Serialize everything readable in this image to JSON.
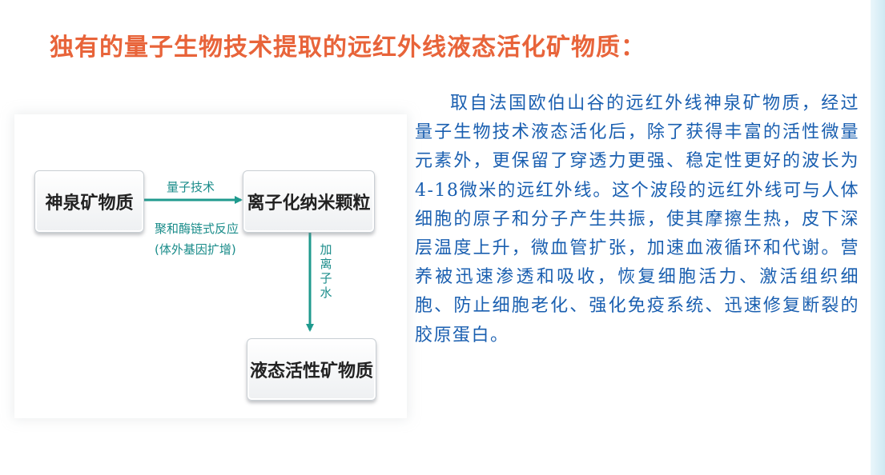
{
  "title": "独有的量子生物技术提取的远红外线液态活化矿物质：",
  "diagram": {
    "nodes": {
      "source": "神泉矿物质",
      "nano": "离子化纳米颗粒",
      "liquid": "液态活性矿物质"
    },
    "edges": {
      "h_top": "量子技术",
      "h_bottom_1": "聚和酶链式反应",
      "h_bottom_2": "(体外基因扩增)",
      "v_label": "加离子水"
    },
    "colors": {
      "arrow": "#1f9a8e",
      "label": "#1a8c8a"
    }
  },
  "body": {
    "paragraph": "取自法国欧伯山谷的远红外线神泉矿物质，经过量子生物技术液态活化后，除了获得丰富的活性微量元素外，更保留了穿透力更强、稳定性更好的波长为4-18微米的远红外线。这个波段的远红外线可与人体细胞的原子和分子产生共振，使其摩擦生热，皮下深层温度上升，微血管扩张，加速血液循环和代谢。营养被迅速渗透和吸收，恢复细胞活力、激活组织细胞、防止细胞老化、强化免疫系统、迅速修复断裂的胶原蛋白。"
  },
  "colors": {
    "title": "#e8643a",
    "body_text": "#1a5fb0"
  }
}
